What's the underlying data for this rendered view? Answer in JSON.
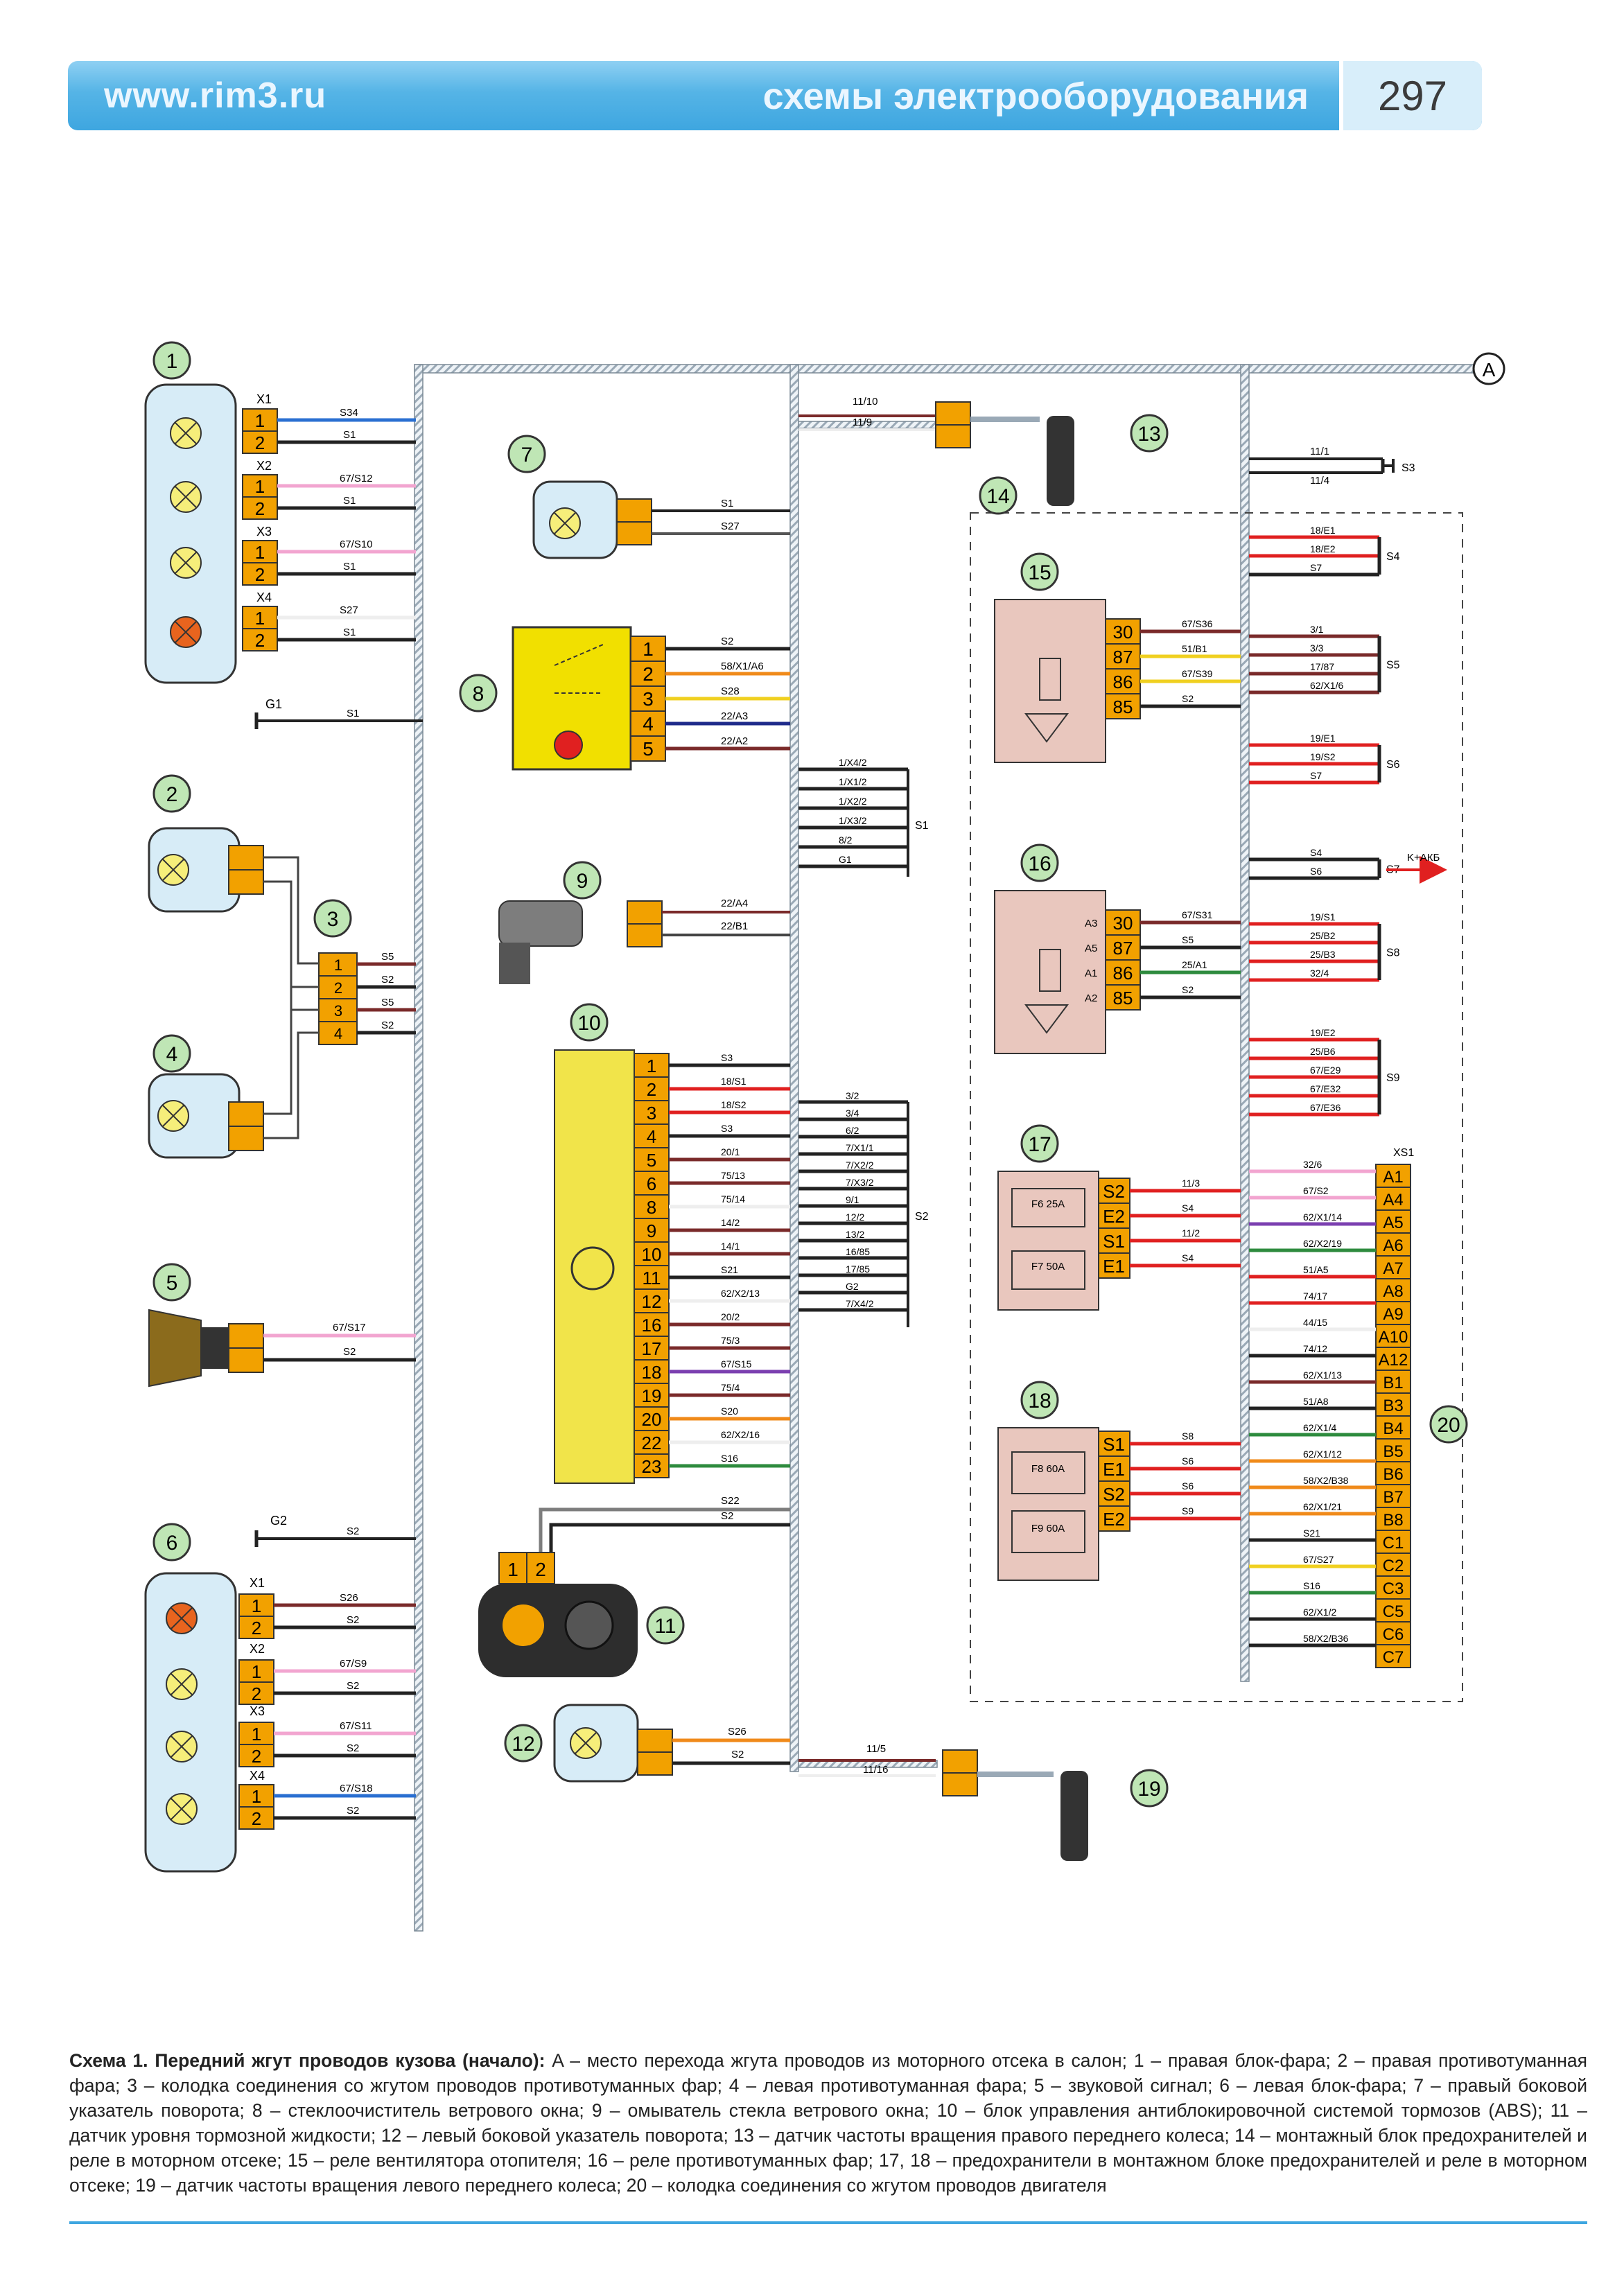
{
  "header": {
    "site": "www.rim3.ru",
    "section": "схемы электрооборудования",
    "page_number": "297"
  },
  "colors": {
    "header_blue": "#3ea6e0",
    "connector_orange": "#f2a100",
    "lamp_panel": "#d7ecf7",
    "relay_pink": "#e9c7be",
    "abs_yellow": "#f1e44a",
    "wiper_yellow": "#f1e000",
    "harness_green_circle": "#bfe6b5"
  },
  "labels": {
    "A": "A",
    "n1": "1",
    "n2": "2",
    "n3": "3",
    "n4": "4",
    "n5": "5",
    "n6": "6",
    "n7": "7",
    "n8": "8",
    "n9": "9",
    "n10": "10",
    "n11": "11",
    "n12": "12",
    "n13": "13",
    "n14": "14",
    "n15": "15",
    "n16": "16",
    "n17": "17",
    "n18": "18",
    "n19": "19",
    "n20": "20",
    "x1": "X1",
    "x2": "X2",
    "x3": "X3",
    "x4": "X4",
    "g1": "G1",
    "g2": "G2",
    "xs1": "XS1",
    "s1": "S1",
    "s2": "S2",
    "s3": "S3",
    "s4": "S4",
    "s5": "S5",
    "s6": "S6",
    "s7": "S7",
    "s8": "S8",
    "s9": "S9",
    "kakb": "K+АКБ",
    "f6": "F6 25A",
    "f7": "F7 50A",
    "f8": "F8 60A",
    "f9": "F9 60A"
  },
  "wires": {
    "h1": [
      "S34",
      "S1",
      "67/S12",
      "S1",
      "67/S10",
      "S1",
      "S27",
      "S1"
    ],
    "g1": "S1",
    "fog": [
      "S5",
      "S2",
      "S5",
      "S2"
    ],
    "horn": [
      "67/S17",
      "S2"
    ],
    "h6": [
      "S26",
      "S2",
      "67/S9",
      "S2",
      "67/S11",
      "S2",
      "67/S18",
      "S2"
    ],
    "g2": "S2",
    "turn7": [
      "S1",
      "S27"
    ],
    "wiper": [
      "S2",
      "58/X1/A6",
      "S28",
      "22/A3",
      "22/A2"
    ],
    "washer": [
      "22/A4",
      "22/B1"
    ],
    "abs": [
      "S3",
      "18/S1",
      "18/S2",
      "S3",
      "20/1",
      "75/13",
      "75/14",
      "14/2",
      "14/1",
      "S21",
      "62/X2/13",
      "20/2",
      "75/3",
      "67/S15",
      "75/4",
      "S20",
      "62/X2/16",
      "S16"
    ],
    "abs_pins": [
      "1",
      "2",
      "3",
      "4",
      "5",
      "6",
      "8",
      "9",
      "10",
      "11",
      "12",
      "16",
      "17",
      "18",
      "19",
      "20",
      "22",
      "23"
    ],
    "s2_bundle": [
      "3/2",
      "3/4",
      "6/2",
      "7/X1/1",
      "7/X2/2",
      "7/X3/2",
      "9/1",
      "12/2",
      "13/2",
      "16/85",
      "17/85",
      "G2",
      "7/X4/2"
    ],
    "s1_bundle": [
      "1/X4/2",
      "1/X1/2",
      "1/X2/2",
      "1/X3/2",
      "8/2",
      "G1"
    ],
    "sensor11": [
      "S22",
      "S2"
    ],
    "turn12": [
      "S26",
      "S2"
    ],
    "sensor13": [
      "11/10",
      "11/9"
    ],
    "sensor19": [
      "11/5",
      "11/16"
    ],
    "s3_bundle": [
      "11/1",
      "11/4"
    ],
    "s4_bundle": [
      "18/E1",
      "18/E2",
      "S7"
    ],
    "s5_bundle": [
      "3/1",
      "3/3",
      "17/87",
      "62/X1/6"
    ],
    "s6_bundle": [
      "19/E1",
      "19/S2",
      "S7"
    ],
    "s7_bundle": [
      "S4",
      "S6"
    ],
    "s8_bundle": [
      "19/S1",
      "25/B2",
      "25/B3",
      "32/4"
    ],
    "s9_bundle": [
      "19/E2",
      "25/B6",
      "67/E29",
      "67/E32",
      "67/E36"
    ],
    "relay15": [
      "67/S36",
      "51/B1",
      "67/S39",
      "S2"
    ],
    "relay15_pins": [
      "30",
      "87",
      "86",
      "85"
    ],
    "relay16": [
      "67/S31",
      "S5",
      "25/A1",
      "S2"
    ],
    "relay16_pins": [
      "30",
      "87",
      "86",
      "85"
    ],
    "relay16_terms": [
      "A3",
      "A5",
      "A1",
      "A2"
    ],
    "fuse17": [
      "11/3",
      "S4",
      "11/2",
      "S4"
    ],
    "fuse17_pins": [
      "S2",
      "E2",
      "S1",
      "E1"
    ],
    "fuse18": [
      "S8",
      "S6",
      "S6",
      "S9"
    ],
    "fuse18_pins": [
      "S1",
      "E1",
      "S2",
      "E2"
    ],
    "xs1_pins": [
      "A1",
      "A4",
      "A5",
      "A6",
      "A7",
      "A8",
      "A9",
      "A10",
      "A12",
      "B1",
      "B3",
      "B4",
      "B5",
      "B6",
      "B7",
      "B8",
      "C1",
      "C2",
      "C3",
      "C5",
      "C6",
      "C7"
    ],
    "xs1_wires": [
      "32/6",
      "67/S2",
      "62/X1/14",
      "62/X2/19",
      "51/A5",
      "74/17",
      "44/15",
      "74/12",
      "62/X1/13",
      "51/A8",
      "62/X1/4",
      "62/X1/12",
      "58/X2/B38",
      "62/X1/21",
      "S21",
      "67/S27",
      "S16",
      "62/X1/2",
      "58/X2/B36"
    ]
  },
  "caption": {
    "title": "Схема 1. Передний жгут проводов кузова (начало):",
    "text": " A – место перехода жгута проводов из моторного отсека в салон; 1 – правая блок-фара; 2 – правая противотуманная фара; 3 – колодка соединения со жгутом проводов противотуманных фар; 4 – левая противотуманная фара; 5 – звуковой сигнал; 6 – левая блок-фара; 7 – правый боковой указатель поворота; 8 – стеклоочиститель ветрового окна; 9 – омыватель стекла ветрового окна; 10 – блок управления антиблокировочной системой тормозов (ABS); 11 – датчик уровня тормозной жидкости; 12 – левый боковой указатель поворота; 13 – датчик частоты вращения правого переднего колеса; 14 – монтажный блок предохранителей и реле в моторном отсеке; 15 – реле вентилятора отопителя; 16 – реле противотуманных фар; 17, 18 – предохранители в монтажном блоке предохранителей и реле в моторном отсеке; 19 – датчик частоты вращения левого переднего колеса; 20 – колодка соединения со жгутом проводов двигателя"
  }
}
